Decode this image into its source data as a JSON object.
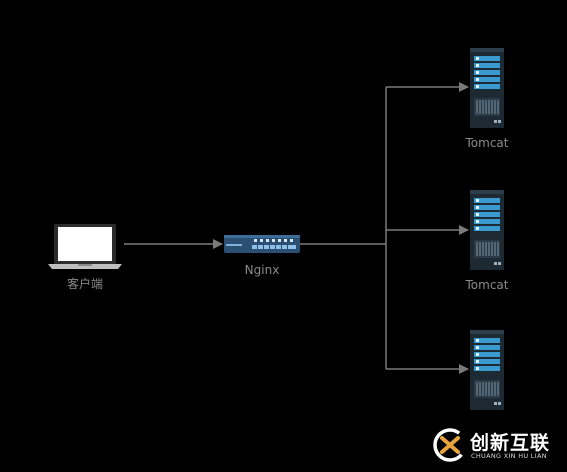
{
  "nodes": {
    "client": {
      "label": "客户端",
      "icon": "laptop-icon"
    },
    "nginx": {
      "label": "Nginx",
      "icon": "network-switch-icon"
    },
    "servers": [
      {
        "label": "Tomcat",
        "icon": "server-rack-icon"
      },
      {
        "label": "Tomcat",
        "icon": "server-rack-icon"
      },
      {
        "label": "",
        "icon": "server-rack-icon"
      }
    ]
  },
  "watermark": {
    "cn": "创新互联",
    "en": "CHUANG XIN HU LIAN"
  },
  "colors": {
    "background": "#000000",
    "connector": "#7a7a7a",
    "label": "#8a8a8a",
    "accent": "#e8a33c"
  }
}
